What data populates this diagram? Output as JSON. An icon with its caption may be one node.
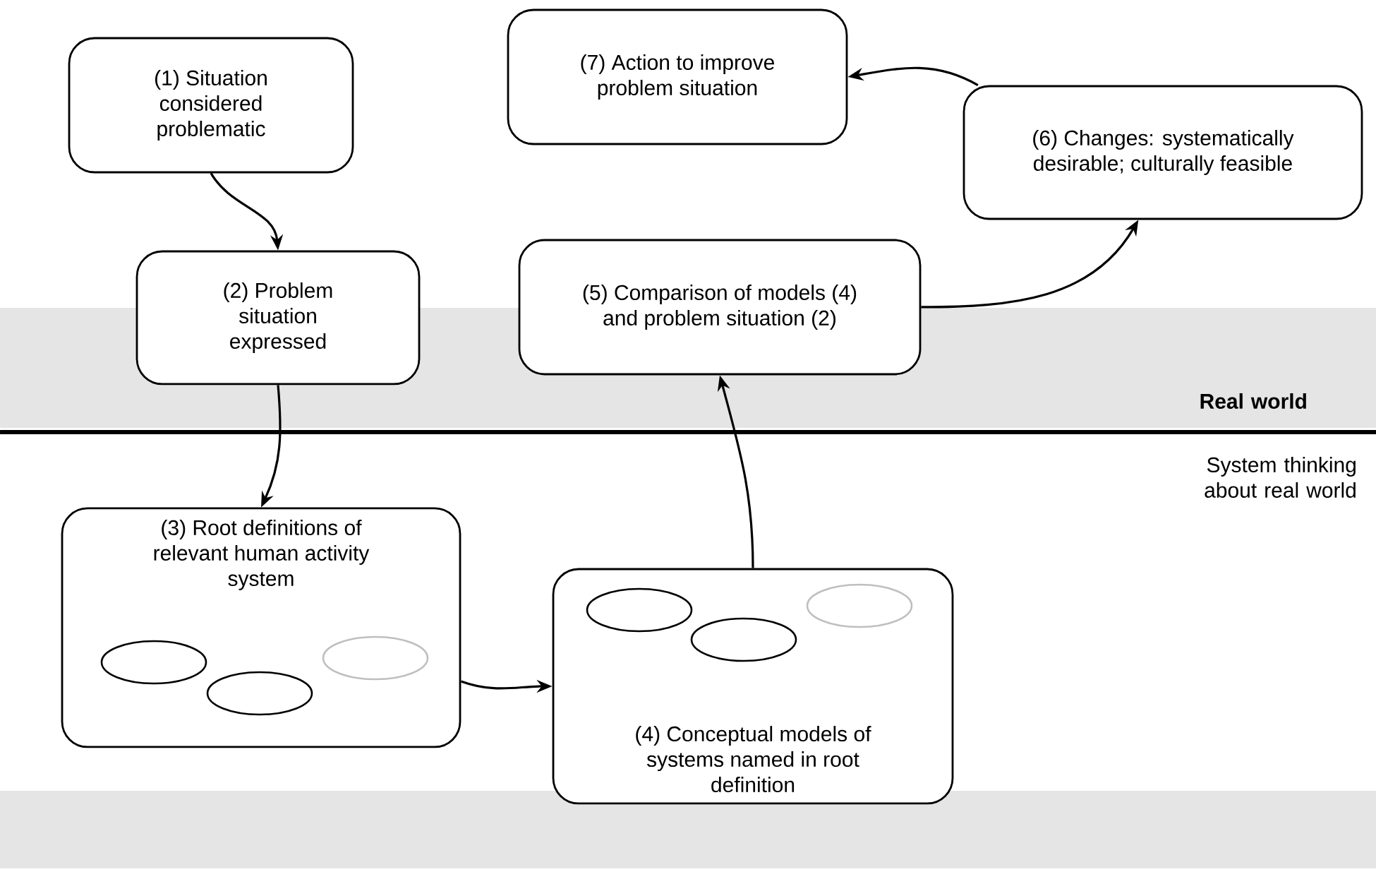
{
  "diagram": {
    "nodes": [
      {
        "text": [
          "(1) Situation considered problematic"
        ]
      },
      {
        "text": [
          "(2) Problem situation expressed"
        ]
      },
      {
        "text": [
          "(7) Action to improve problem situation"
        ]
      },
      {
        "text": [
          "(6) Changes: systematically desirable; culturally feasible"
        ]
      },
      {
        "text": [
          "(5) Comparison of models (4) and problem situation (2)"
        ]
      },
      {
        "text": [
          "(3) Root definitions of relevant human activity system"
        ]
      },
      {
        "text": [
          "(4) Conceptual models of systems named in root definition"
        ]
      }
    ],
    "edges": [
      {
        "from": 0,
        "to": 1,
        "arrow": "to"
      },
      {
        "from": 1,
        "to": 5,
        "arrow": "to"
      },
      {
        "from": 5,
        "to": 6,
        "arrow": "to"
      },
      {
        "from": 6,
        "to": 4,
        "arrow": "to"
      },
      {
        "from": 4,
        "to": 3,
        "arrow": "to"
      },
      {
        "from": 3,
        "to": 2,
        "arrow": "to"
      }
    ],
    "labels": [
      "Real world",
      "System thinking about real world"
    ]
  }
}
